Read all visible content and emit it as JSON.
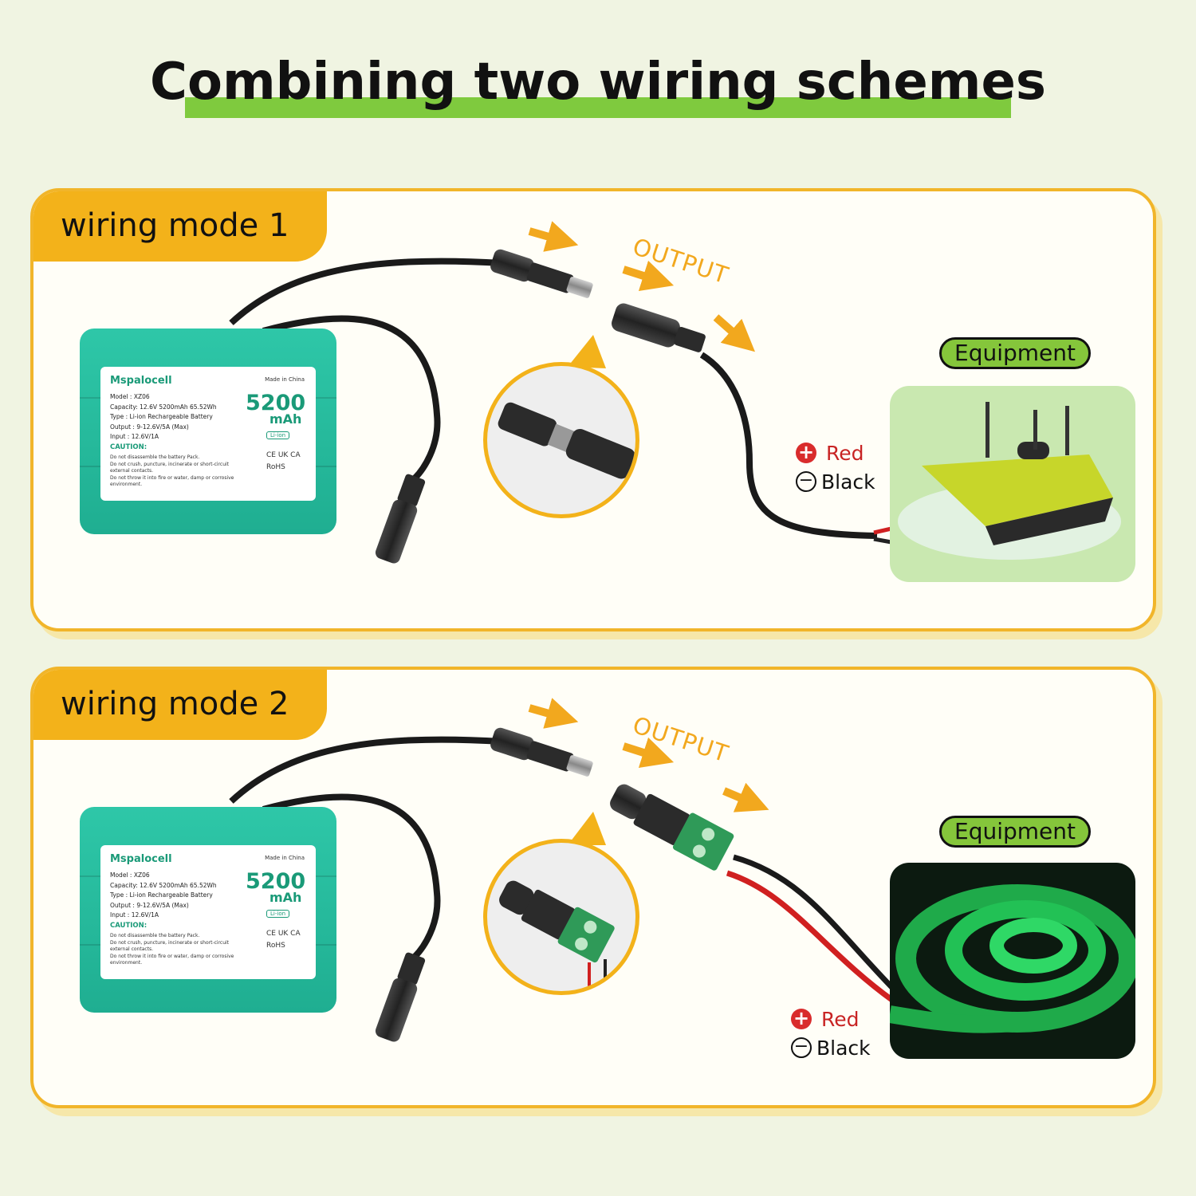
{
  "title": "Combining two wiring schemes",
  "modes": [
    {
      "label": "wiring mode 1",
      "output_label": "OUTPUT",
      "equipment_label": "Equipment",
      "positive": "Red",
      "negative": "Black",
      "equipment_icon": "boat-icon"
    },
    {
      "label": "wiring mode 2",
      "output_label": "OUTPUT",
      "equipment_label": "Equipment",
      "positive": "Red",
      "negative": "Black",
      "equipment_icon": "led-strip-icon"
    }
  ],
  "battery": {
    "brand": "Mspalocell",
    "made_in": "Made in China",
    "specs": [
      "Model     :  XZ06",
      "Capacity:  12.6V  5200mAh  65.52Wh",
      "Type       :  Li-ion Rechargeable Battery",
      "Output   :  9-12.6V/5A (Max)",
      "Input      :  12.6V/1A"
    ],
    "capacity": "5200",
    "unit": "mAh",
    "chemistry": "Li-ion",
    "caution_title": "CAUTION:",
    "cautions": [
      "Do not disassemble the battery Pack.",
      "Do not crush, puncture, incinerate or short-circuit external contacts.",
      "Do not throw it into fire or water, damp or corrosive environment."
    ],
    "marks": [
      "CE  UK CA",
      "RoHS"
    ]
  },
  "colors": {
    "accent_orange": "#f3b21a",
    "accent_green": "#7fca3e",
    "battery_teal": "#1fae91",
    "positive_red": "#d92c2c"
  }
}
